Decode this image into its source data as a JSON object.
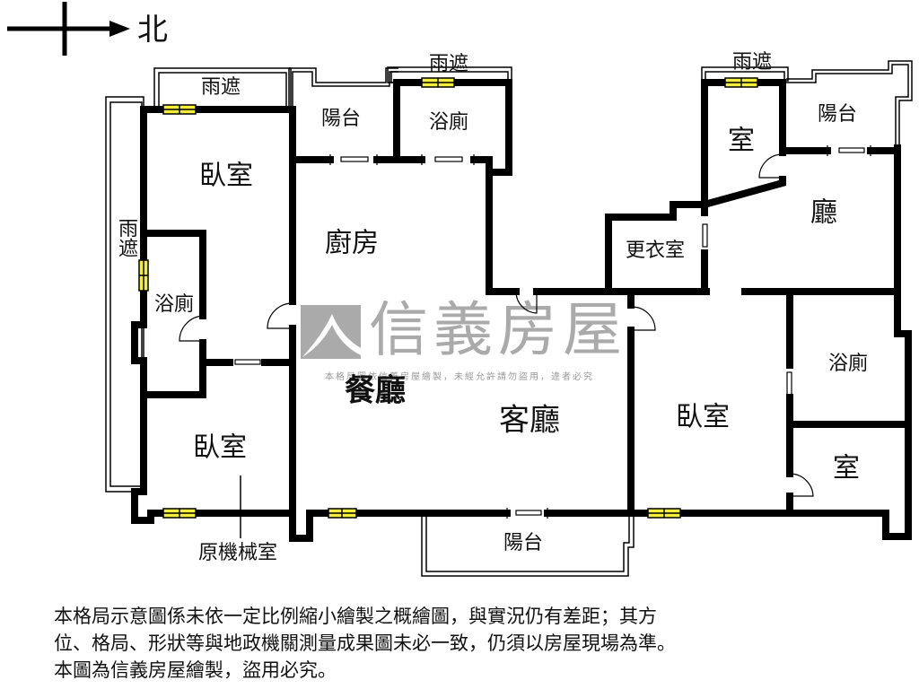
{
  "compass": {
    "north_label": "北"
  },
  "watermark": {
    "brand": "信義房屋",
    "notice": "本格局圖依信義房屋繪製，未經允許請勿盜用，違者必究",
    "color": "#aaaaaa"
  },
  "rooms": {
    "canopy_top_left": "雨遮",
    "canopy_top_mid": "雨遮",
    "canopy_top_right": "雨遮",
    "canopy_left": "雨遮",
    "balcony_top": "陽台",
    "bath_top": "浴廁",
    "bedroom_top_left": "臥室",
    "kitchen": "廚房",
    "bath_left": "浴廁",
    "dining": "餐廳",
    "living": "客廳",
    "bedroom_bottom_left": "臥室",
    "former_mech_room": "原機械室",
    "balcony_bottom": "陽台",
    "room_top_right": "室",
    "balcony_right": "陽台",
    "hall_right": "廳",
    "dressing_room": "更衣室",
    "bath_right": "浴廁",
    "bedroom_right": "臥室",
    "room_bottom_right": "室"
  },
  "colors": {
    "wall": "#000000",
    "window": "#f2ee3a"
  },
  "disclaimer": {
    "line1": "本格局示意圖係未依一定比例縮小繪製之概繪圖，與實況仍有差距；其方",
    "line2": "位、格局、形狀等與地政機關測量成果圖未必一致，仍須以房屋現場為準。",
    "line3": "本圖為信義房屋繪製，盜用必究。"
  }
}
